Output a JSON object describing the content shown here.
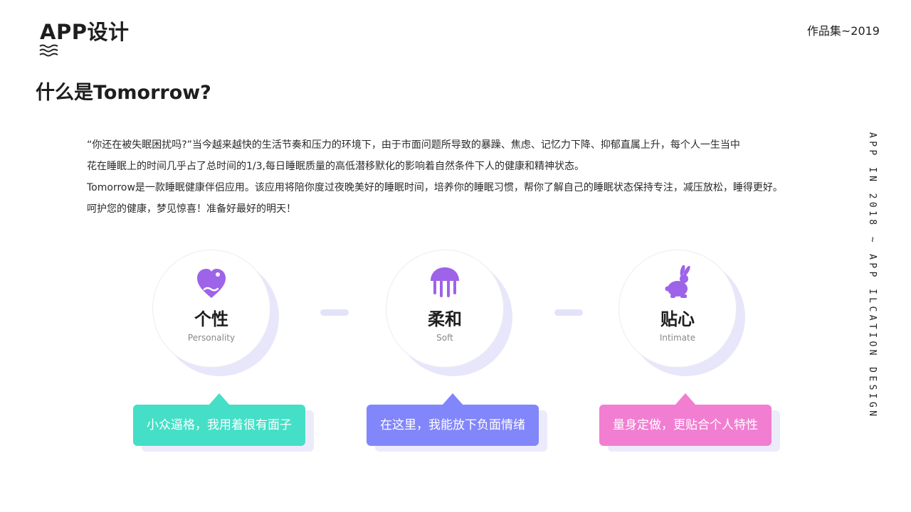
{
  "header": {
    "brand_title": "APP设计",
    "portfolio_year": "作品集~2019"
  },
  "page_title": "什么是Tomorrow?",
  "intro": {
    "lines": [
      "“你还在被失眠困扰吗?”当今越来越快的生活节奏和压力的环境下，由于市面问题所导致的暴躁、焦虑、记忆力下降、抑郁直属上升，每个人一生当中",
      "花在睡眠上的时间几乎占了总时间的1/3,每日睡眠质量的高低潜移默化的影响着自然条件下人的健康和精神状态。",
      "Tomorrow是一款睡眠健康伴侣应用。该应用将陪你度过夜晚美好的睡眠时间，培养你的睡眠习惯，帮你了解自己的睡眠状态保持专注，减压放松，睡得更好。",
      "呵护您的健康，梦见惊喜！准备好最好的明天！"
    ]
  },
  "side_text": "APP IN 2018 ~ APP ILCATION DESIGN",
  "features": [
    {
      "title": "个性",
      "subtitle": "Personality",
      "icon": "dinosaur-heart-icon",
      "bubble_text": "小众逼格，我用着很有面子",
      "bubble_color": "#45dfc7"
    },
    {
      "title": "柔和",
      "subtitle": "Soft",
      "icon": "jellyfish-icon",
      "bubble_text": "在这里，我能放下负面情绪",
      "bubble_color": "#8286fb"
    },
    {
      "title": "贴心",
      "subtitle": "Intimate",
      "icon": "rabbit-icon",
      "bubble_text": "量身定做，更贴合个人特性",
      "bubble_color": "#f17ed1"
    }
  ],
  "colors": {
    "icon_purple": "#9d63e8",
    "circle_shadow": "#e7e6fb"
  }
}
